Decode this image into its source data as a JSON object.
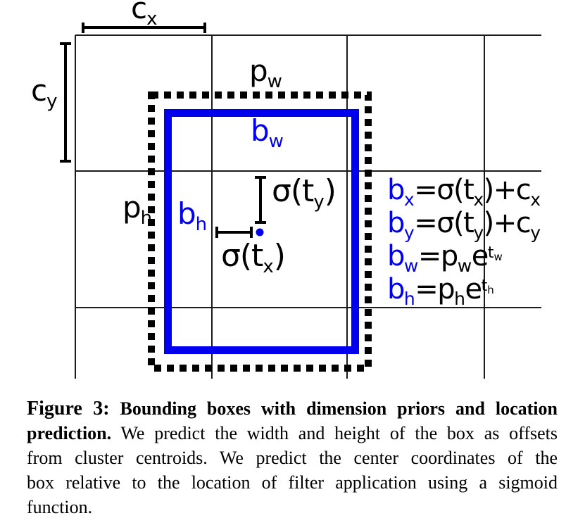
{
  "colors": {
    "blue": "#0000ee",
    "grid_line": "#1b1b1b",
    "black": "#000000"
  },
  "diagram": {
    "labels": {
      "cx": {
        "base": "c",
        "sub": "x"
      },
      "cy": {
        "base": "c",
        "sub": "y"
      },
      "pw": {
        "base": "p",
        "sub": "w"
      },
      "bw": {
        "base": "b",
        "sub": "w"
      },
      "ph": {
        "base": "p",
        "sub": "h"
      },
      "bh": {
        "base": "b",
        "sub": "h"
      },
      "sigma_ty": {
        "pre": "σ(t",
        "sub": "y",
        "post": ")"
      },
      "sigma_tx": {
        "pre": "σ(t",
        "sub": "x",
        "post": ")"
      }
    },
    "equations": [
      {
        "lhs": "b",
        "lhs_sub": "x",
        "mid": "=σ(t",
        "mid_sub": "x",
        "tail": ")+c",
        "tail_sub": "x"
      },
      {
        "lhs": "b",
        "lhs_sub": "y",
        "mid": "=σ(t",
        "mid_sub": "y",
        "tail": ")+c",
        "tail_sub": "y"
      },
      {
        "lhs": "b",
        "lhs_sub": "w",
        "mid": "=p",
        "mid_sub": "w",
        "exp_base": "e",
        "exp": "t",
        "exp_sub": "w"
      },
      {
        "lhs": "b",
        "lhs_sub": "h",
        "mid": "=p",
        "mid_sub": "h",
        "exp_base": "e",
        "exp": "t",
        "exp_sub": "h"
      }
    ]
  },
  "caption": {
    "label": "Figure 3:",
    "title_part1": " Bounding boxes with dimension priors and location",
    "title_part2": "prediction.",
    "body_line2": " We predict the width and height of the box as offsets",
    "body_line3": "from cluster centroids. We predict the center coordinates of the",
    "body_line4": "box relative to the location of filter application using a sigmoid",
    "body_line5": "function."
  }
}
